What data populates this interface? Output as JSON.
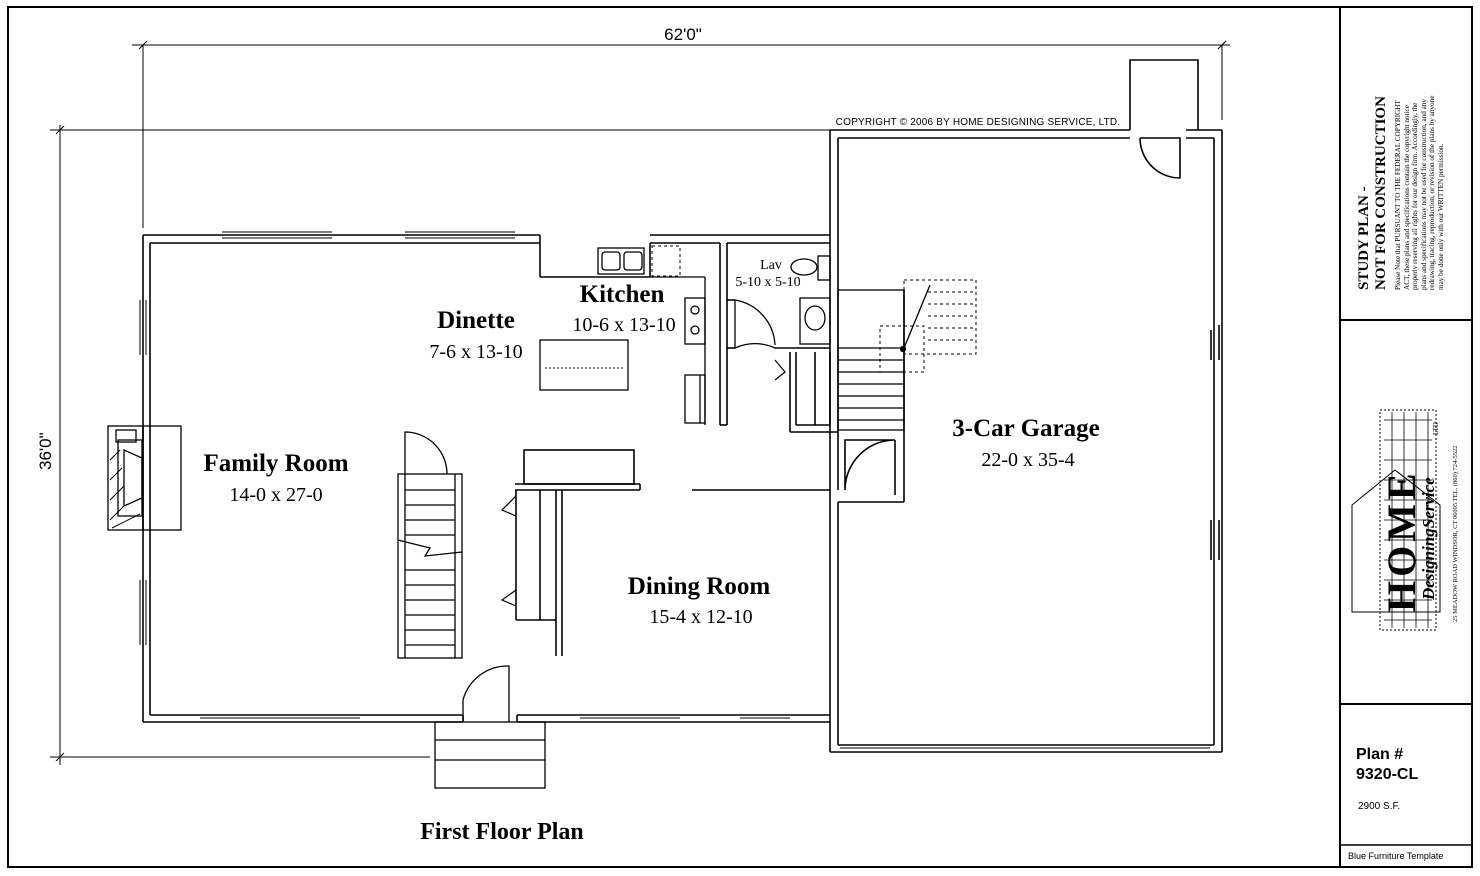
{
  "dimensions": {
    "overall_width": "62'0\"",
    "overall_depth": "36'0\""
  },
  "copyright": "COPYRIGHT © 2006 BY HOME DESIGNING SERVICE, LTD.",
  "rooms": {
    "dinette": {
      "name": "Dinette",
      "size": "7-6 x 13-10"
    },
    "kitchen": {
      "name": "Kitchen",
      "size": "10-6 x 13-10"
    },
    "lav": {
      "name": "Lav",
      "size": "5-10 x 5-10"
    },
    "family_room": {
      "name": "Family Room",
      "size": "14-0 x 27-0"
    },
    "dining_room": {
      "name": "Dining Room",
      "size": "15-4 x 12-10"
    },
    "garage": {
      "name": "3-Car Garage",
      "size": "22-0 x 35-4"
    }
  },
  "plan_title": "First Floor Plan",
  "title_block": {
    "study_line1": "STUDY PLAN -",
    "study_line2": "NOT FOR CONSTRUCTION",
    "notice_lines": [
      "Please Note that PURSUANT TO THE FEDERAL COPYRIGHT",
      "ACT, these plans and specifications contain the copyright notice",
      "properly reserving all rights for our design firm. Accordingly, the",
      "plans and specifications may not be used for construction, and any",
      "redrawing, tracing, reproduction, or revision of the plans by anyone",
      "may be done only with our WRITTEN permission."
    ],
    "company_line1": "HOME",
    "company_line2": "DesigningService",
    "company_suffix": "LTD",
    "address": "25 MEADOW ROAD    WINDSOR, CT 06095    TEL. (860) 724-5522",
    "plan_label": "Plan #",
    "plan_number": "9320-CL",
    "square_feet": "2900 S.F.",
    "template": "Blue Furniture Template"
  }
}
